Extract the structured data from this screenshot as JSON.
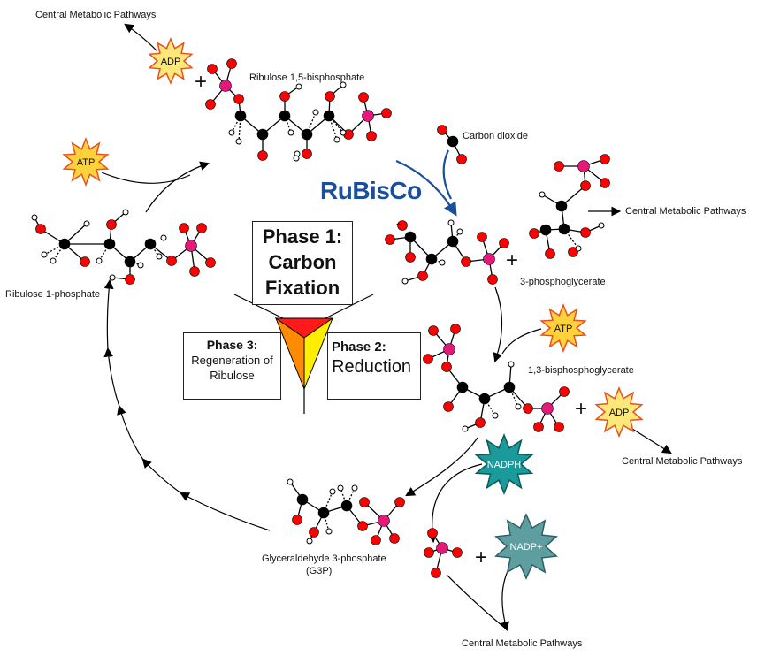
{
  "labels": {
    "cmp_top": "Central Metabolic Pathways",
    "rubp": "Ribulose 1,5-bisphosphate",
    "co2": "Carbon dioxide",
    "cmp_right1": "Central Metabolic Pathways",
    "pga": "3-phosphoglycerate",
    "bpg": "1,3-bisphosphoglycerate",
    "cmp_right2": "Central Metabolic Pathways",
    "g3p": "Glyceraldehyde 3-phosphate",
    "g3p_abbr": "(G3P)",
    "cmp_bottom": "Central Metabolic Pathways",
    "ru1p": "Ribulose 1-phosphate",
    "rubisco": "RuBisCo"
  },
  "badges": {
    "adp_top": "ADP",
    "atp_left": "ATP",
    "atp_right": "ATP",
    "adp_right": "ADP",
    "nadph": "NADPH",
    "nadp": "NADP+"
  },
  "phases": {
    "p1_line1": "Phase 1:",
    "p1_line2": "Carbon",
    "p1_line3": "Fixation",
    "p2_line1": "Phase 2:",
    "p2_line2": "Reduction",
    "p3_line1": "Phase 3:",
    "p3_line2": "Regeneration of",
    "p3_line3": "Ribulose"
  },
  "symbols": {
    "plus": "+",
    "minus": "-"
  },
  "colors": {
    "carbon": "#000000",
    "oxygen": "#ff0000",
    "phosphorus": "#e6197a",
    "hydrogen": "#ffffff",
    "atp_fill": "#ffd23c",
    "adp_fill": "#ffe87a",
    "star_stroke": "#e8501c",
    "nadph_fill": "#1a9a9a",
    "nadp_fill": "#5f9ea0",
    "rubisco": "#1a4f9c",
    "tri_red": "#ff1a1a",
    "tri_orange": "#ff8c00",
    "tri_yellow": "#ffee00"
  }
}
